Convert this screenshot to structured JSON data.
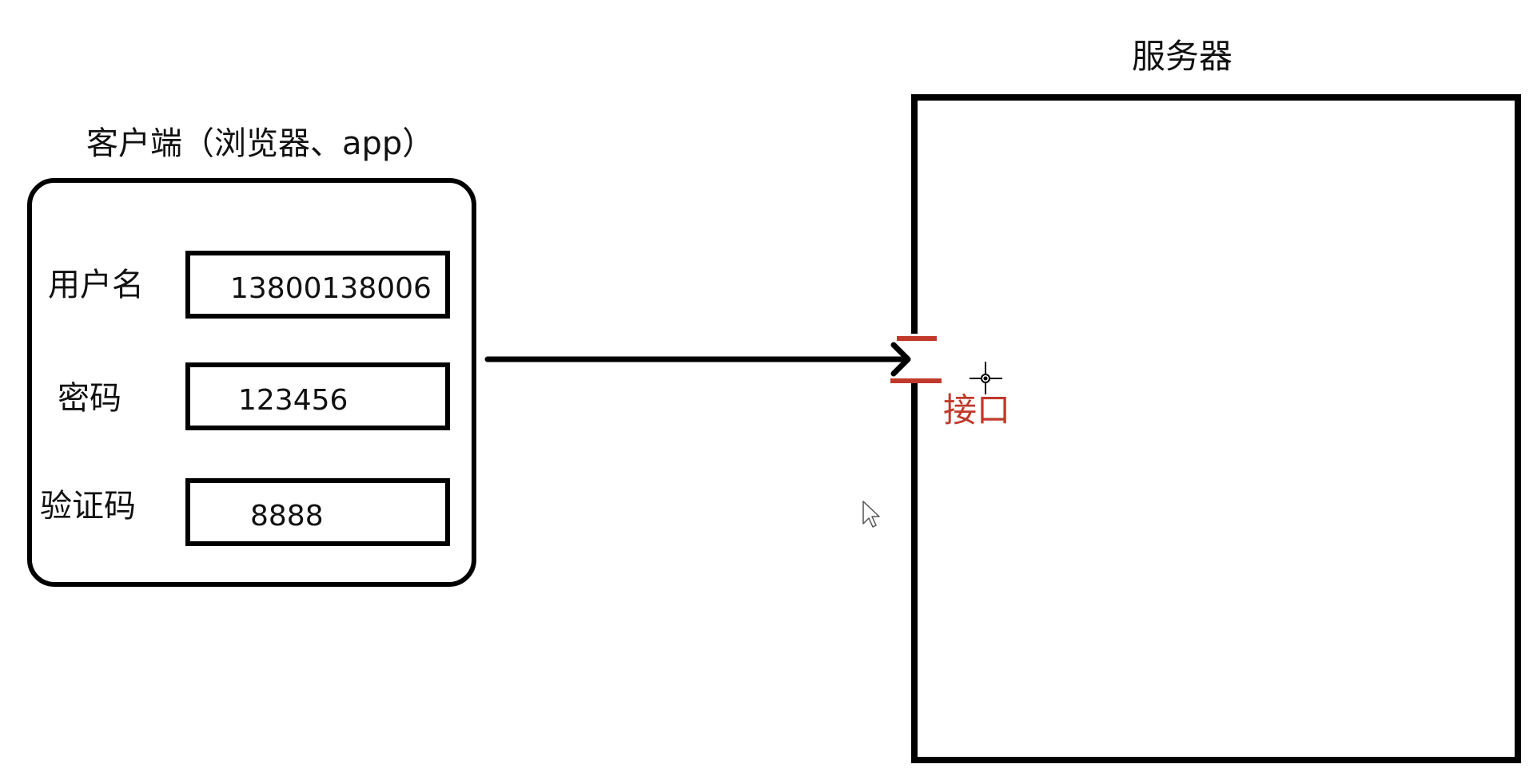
{
  "client": {
    "title": "客户端（浏览器、app）",
    "fields": [
      {
        "label": "用户名",
        "value": "13800138006"
      },
      {
        "label": "密码",
        "value": "123456"
      },
      {
        "label": "验证码",
        "value": "8888"
      }
    ]
  },
  "server": {
    "title": "服务器"
  },
  "interface": {
    "label": "接口",
    "color": "#c0392b"
  },
  "arrow": {
    "icon": "right-arrow-icon"
  },
  "cursors": {
    "crosshair": "crosshair-cursor-icon",
    "pointer": "mouse-pointer-icon"
  }
}
